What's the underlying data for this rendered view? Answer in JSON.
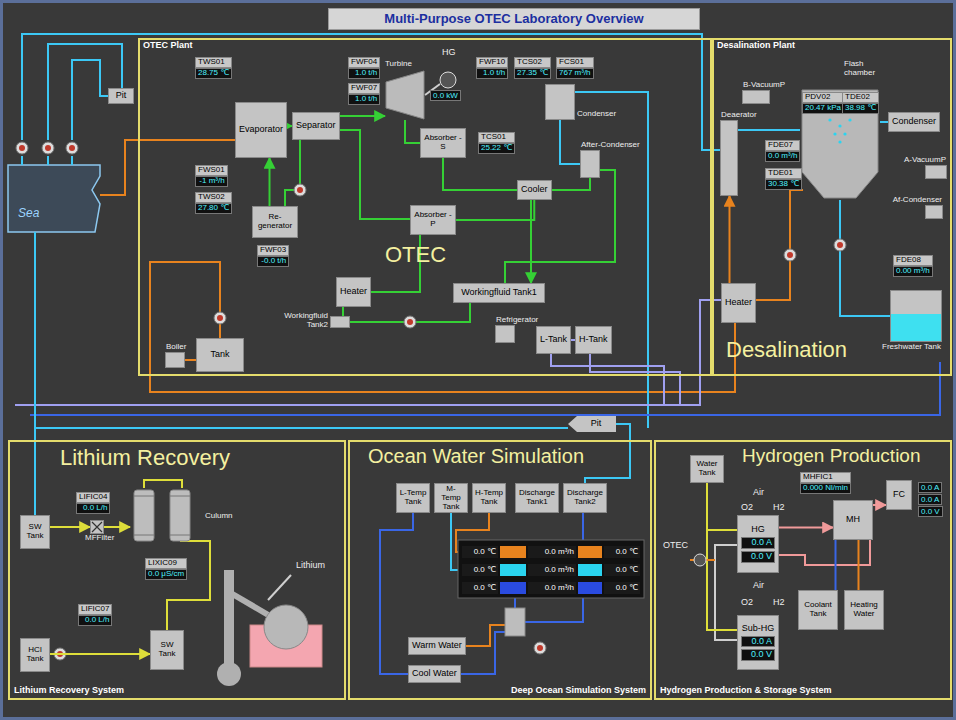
{
  "diagram": {
    "title": "Multi-Purpose OTEC Laboratory Overview",
    "nodes": [
      {
        "text": [
          "OTEC Plant"
        ]
      },
      {
        "text": [
          "Desalination Plant"
        ]
      },
      {
        "text": [
          "Lithium Recovery System"
        ]
      },
      {
        "text": [
          "Deep Ocean Simulation System"
        ]
      },
      {
        "text": [
          "Hydrogen Production & Storage System"
        ]
      },
      {
        "text": [
          "Pit"
        ]
      },
      {
        "text": [
          "Pit"
        ]
      },
      {
        "text": [
          "TWS01",
          "28.75 ℃"
        ],
        "in": 0
      },
      {
        "text": [
          "Evaporator"
        ],
        "in": 0
      },
      {
        "text": [
          "Separator"
        ],
        "in": 0
      },
      {
        "text": [
          "FWF04",
          "1.0 t/h"
        ],
        "in": 0
      },
      {
        "text": [
          "FWF07",
          "1.0 t/h"
        ],
        "in": 0
      },
      {
        "text": [
          "Turbine"
        ],
        "in": 0
      },
      {
        "text": [
          "FWS01",
          "-1 m³/h"
        ],
        "in": 0
      },
      {
        "text": [
          "TWS02",
          "27.80 ℃"
        ],
        "in": 0
      },
      {
        "text": [
          "Re- generator"
        ],
        "in": 0
      },
      {
        "text": [
          "FWF03",
          "-0.0 t/h"
        ],
        "in": 0
      },
      {
        "text": [
          "Absorber -S"
        ],
        "in": 0
      },
      {
        "text": [
          "Absorber -P"
        ],
        "in": 0
      },
      {
        "text": [
          "Heater"
        ],
        "in": 0
      },
      {
        "text": [
          "Workingfluid Tank2"
        ],
        "in": 0
      },
      {
        "text": [
          "Boiler"
        ],
        "in": 0
      },
      {
        "text": [
          "Tank"
        ],
        "in": 0
      },
      {
        "text": [
          "FWF10",
          "1.0 t/h"
        ],
        "in": 0
      },
      {
        "text": [
          "TCS02",
          "27.35 ℃"
        ],
        "in": 0
      },
      {
        "text": [
          "FCS01",
          "767 m³/h"
        ],
        "in": 0
      },
      {
        "text": [
          "Condenser"
        ],
        "in": 0
      },
      {
        "text": [
          "TCS01",
          "25.22 ℃"
        ],
        "in": 0
      },
      {
        "text": [
          "After-Condenser"
        ],
        "in": 0
      },
      {
        "text": [
          "Cooler"
        ],
        "in": 0
      },
      {
        "text": [
          "Workingfluid Tank1"
        ],
        "in": 0
      },
      {
        "text": [
          "Refrigerator"
        ],
        "in": 0
      },
      {
        "text": [
          "L-Tank"
        ],
        "in": 0
      },
      {
        "text": [
          "H-Tank"
        ],
        "in": 0
      },
      {
        "text": [
          "B-VacuumP"
        ],
        "in": 1
      },
      {
        "text": [
          "Deaerator"
        ],
        "in": 1
      },
      {
        "text": [
          "Flash chamber"
        ],
        "in": 1
      },
      {
        "text": [
          "PDV02",
          "20.47 kPa"
        ],
        "in": 1
      },
      {
        "text": [
          "TDE02",
          "38.98 ℃"
        ],
        "in": 1
      },
      {
        "text": [
          "FDE07",
          "0.0 m³/h"
        ],
        "in": 1
      },
      {
        "text": [
          "TDE01",
          "30.38 ℃"
        ],
        "in": 1
      },
      {
        "text": [
          "Condenser"
        ],
        "in": 1
      },
      {
        "text": [
          "A-VacuumP"
        ],
        "in": 1
      },
      {
        "text": [
          "Af-Condenser"
        ],
        "in": 1
      },
      {
        "text": [
          "FDE08",
          "0.00 m³/h"
        ],
        "in": 1
      },
      {
        "text": [
          "Heater"
        ],
        "in": 1
      },
      {
        "text": [
          "Freshwater Tank"
        ],
        "in": 1
      },
      {
        "text": [
          "SW Tank"
        ],
        "in": 2
      },
      {
        "text": [
          "LIFIC04",
          "0.0 L/h"
        ],
        "in": 2
      },
      {
        "text": [
          "MFFilter"
        ],
        "in": 2
      },
      {
        "text": [
          "Culumn"
        ],
        "in": 2
      },
      {
        "text": [
          "LIXIC09",
          "0.0 μS/cm"
        ],
        "in": 2
      },
      {
        "text": [
          "LIFIC07",
          "0.0 L/h"
        ],
        "in": 2
      },
      {
        "text": [
          "HCl Tank"
        ],
        "in": 2
      },
      {
        "text": [
          "SW Tank"
        ],
        "in": 2
      },
      {
        "text": [
          "L-Temp Tank"
        ],
        "in": 3
      },
      {
        "text": [
          "M-Temp Tank"
        ],
        "in": 3
      },
      {
        "text": [
          "H-Temp Tank"
        ],
        "in": 3
      },
      {
        "text": [
          "Discharge Tank1"
        ],
        "in": 3
      },
      {
        "text": [
          "Discharge Tank2"
        ],
        "in": 3
      },
      {
        "text": [
          "Warm Water"
        ],
        "in": 3
      },
      {
        "text": [
          "Cool Water"
        ],
        "in": 3
      },
      {
        "text": [
          "Water Tank"
        ],
        "in": 4
      },
      {
        "text": [
          "MHFIC1",
          "0.000 Nl/min"
        ],
        "in": 4
      },
      {
        "text": [
          "HG",
          "0.0 A",
          "0.0 V"
        ],
        "in": 4
      },
      {
        "text": [
          "Sub-HG",
          "0.0 A",
          "0.0 V"
        ],
        "in": 4
      },
      {
        "text": [
          "MH"
        ],
        "in": 4
      },
      {
        "text": [
          "FC"
        ],
        "in": 4
      },
      {
        "text": [
          "Coolant Tank"
        ],
        "in": 4
      },
      {
        "text": [
          "Heating Water"
        ],
        "in": 4
      }
    ],
    "edges": [
      {
        "from": 8,
        "to": 9,
        "arrow": "to"
      },
      {
        "from": 9,
        "to": 12,
        "arrow": "to"
      },
      {
        "from": 12,
        "to": 17,
        "arrow": "none"
      },
      {
        "from": 17,
        "to": 29,
        "arrow": "none"
      },
      {
        "from": 18,
        "to": 29,
        "arrow": "none"
      },
      {
        "from": 29,
        "to": 30,
        "arrow": "to"
      },
      {
        "from": 26,
        "to": 28,
        "arrow": "none"
      },
      {
        "from": 28,
        "to": 29,
        "arrow": "none"
      },
      {
        "from": 15,
        "to": 8,
        "arrow": "to"
      },
      {
        "from": 19,
        "to": 20,
        "arrow": "none"
      },
      {
        "from": 21,
        "to": 22,
        "arrow": "none"
      },
      {
        "from": 32,
        "to": 33,
        "arrow": "none"
      },
      {
        "from": 45,
        "to": 35,
        "arrow": "to"
      },
      {
        "from": 36,
        "to": 41,
        "arrow": "none"
      },
      {
        "from": 47,
        "to": 49,
        "arrow": "to"
      },
      {
        "from": 49,
        "to": 50,
        "arrow": "to"
      },
      {
        "from": 53,
        "to": 54,
        "arrow": "to"
      },
      {
        "from": 64,
        "to": 66,
        "arrow": "to"
      },
      {
        "from": 66,
        "to": 67,
        "arrow": "to"
      },
      {
        "from": 68,
        "to": 66,
        "arrow": "none"
      },
      {
        "from": 69,
        "to": 66,
        "arrow": "none"
      }
    ],
    "labels": [
      "HG",
      "0.0 kW",
      "Sea",
      "OTEC",
      "Desalination",
      "Lithium Recovery",
      "Ocean Water Simulation",
      "Hydrogen Production",
      "Lithium",
      "0.0 ℃",
      "0.0 m³/h",
      "0.0 ℃",
      "0.0 ℃",
      "0.0 m³/h",
      "0.0 ℃",
      "0.0 ℃",
      "0.0 m³/h",
      "0.0 ℃",
      "Air",
      "O2",
      "H2",
      "Air",
      "O2",
      "H2",
      "OTEC",
      "0.0 A",
      "0.0 A",
      "0.0 V"
    ]
  }
}
